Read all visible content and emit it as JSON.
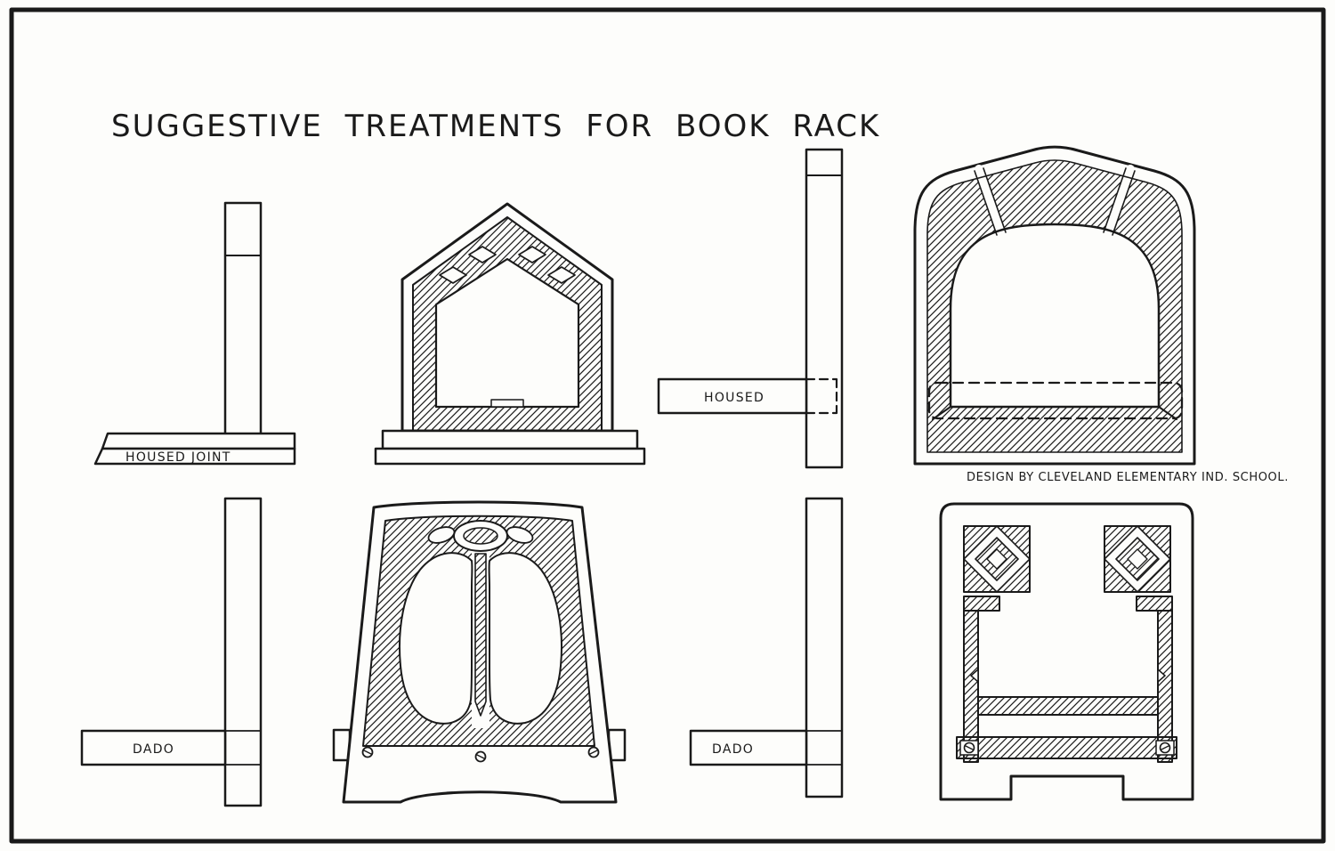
{
  "title": "SUGGESTIVE TREATMENTS FOR BOOK RACK",
  "credit": "DESIGN BY CLEVELAND ELEMENTARY IND. SCHOOL.",
  "colors": {
    "ink": "#1a1a1a",
    "paper": "#fdfdfb"
  },
  "joints": {
    "housed_joint_label": "HOUSED JOINT",
    "housed_label": "HOUSED",
    "dado_left_label": "DADO",
    "dado_right_label": "DADO"
  }
}
